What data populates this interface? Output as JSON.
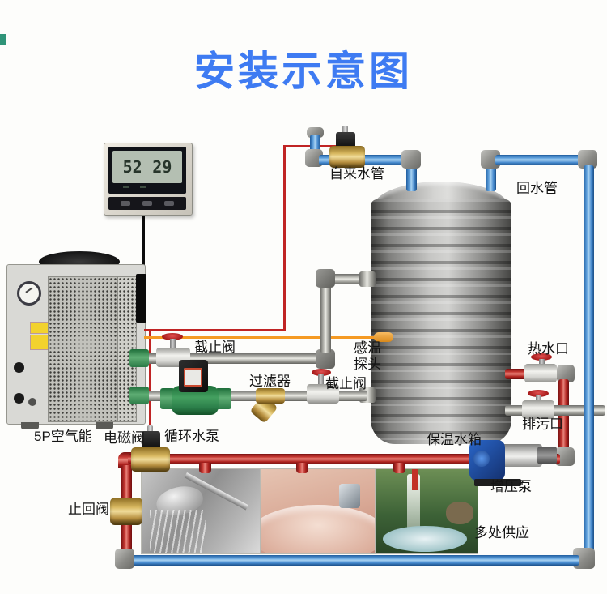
{
  "title": "安装示意图",
  "controller": {
    "display_left": "52",
    "display_right": "29"
  },
  "labels": {
    "tap_water_pipe": "自来水管",
    "return_water_pipe": "回水管",
    "stop_valve_1": "截止阀",
    "filter": "过滤器",
    "stop_valve_2": "截止阀",
    "temp_probe_line1": "感温",
    "temp_probe_line2": "探头",
    "hot_water_outlet": "热水口",
    "drain_outlet": "排污口",
    "insulated_tank": "保温水箱",
    "booster_pump": "增压泵",
    "solenoid_valve": "电磁阀",
    "circulation_pump": "循环水泵",
    "check_valve": "止回阀",
    "multi_point_supply": "多处供应",
    "heat_pump_model": "5P空气能"
  },
  "colors": {
    "title_blue": "#3e7bf2",
    "hot_pipe_red": "#c63832",
    "cold_pipe_blue": "#4488cc",
    "sensor_wire_orange": "#f59a23",
    "signal_wire_red": "#c02424",
    "label_text": "#151515"
  }
}
